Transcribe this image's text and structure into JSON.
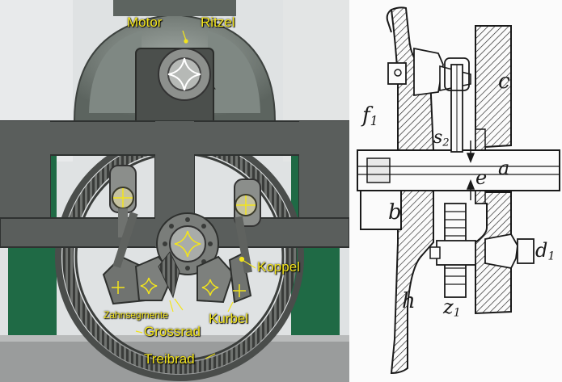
{
  "photo_labels": {
    "motor": "Motor",
    "ritzel": "Ritzel",
    "koppel": "Koppel",
    "zahnsegmente": "Zahnsegmente",
    "kurbel": "Kurbel",
    "grossrad": "Grossrad",
    "treibrad": "Treibrad"
  },
  "drawing_labels": {
    "c": "c",
    "f": "f",
    "f_sub": "1",
    "s": "s",
    "s_sub": "2",
    "a": "a",
    "e": "e",
    "b": "b",
    "d": "d",
    "d_sub": "1",
    "h": "h",
    "z": "z",
    "z_sub": "1"
  },
  "colors": {
    "label_yellow": "#f2e41c",
    "frame_gray": "#5a5e5c",
    "gear_gray": "#7c7f7c",
    "green_panel": "#1f6a45",
    "drawing_ink": "#1a1a1a"
  }
}
